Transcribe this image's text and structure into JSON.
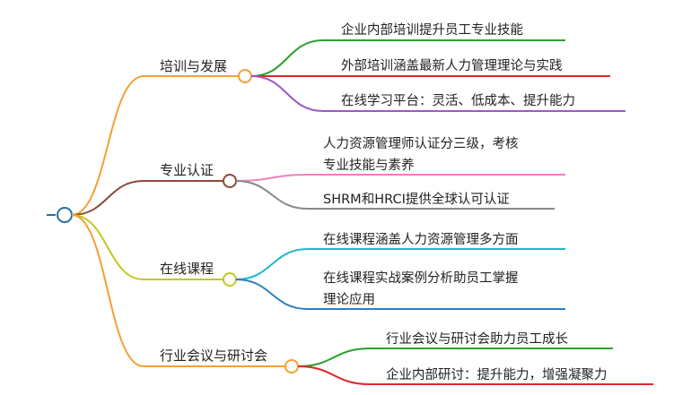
{
  "mindmap": {
    "branches": [
      {
        "label": "培训与发展",
        "color": "#f5a033",
        "leaves": [
          {
            "lines": [
              "企业内部培训提升员工专业技能"
            ],
            "color": "#2aa12a"
          },
          {
            "lines": [
              "外部培训涵盖最新人力管理理论与实践"
            ],
            "color": "#e0262a"
          },
          {
            "lines": [
              "在线学习平台：灵活、低成本、提升能力"
            ],
            "color": "#9b59c6"
          }
        ]
      },
      {
        "label": "专业认证",
        "color": "#8b4a3a",
        "leaves": [
          {
            "lines": [
              "人力资源管理师认证分三级，考核",
              "专业技能与素养"
            ],
            "color": "#f07fbd"
          },
          {
            "lines": [
              "SHRM和HRCI提供全球认可认证"
            ],
            "color": "#888888"
          }
        ]
      },
      {
        "label": "在线课程",
        "color": "#c3c81f",
        "leaves": [
          {
            "lines": [
              "在线课程涵盖人力资源管理多方面"
            ],
            "color": "#1fb8c9"
          },
          {
            "lines": [
              "在线课程实战案例分析助员工掌握",
              "理论应用"
            ],
            "color": "#2a7fc0"
          }
        ]
      },
      {
        "label": "行业会议与研讨会",
        "color": "#f5a033",
        "leaves": [
          {
            "lines": [
              "行业会议与研讨会助力员工成长"
            ],
            "color": "#2aa12a"
          },
          {
            "lines": [
              "企业内部研讨：提升能力，增强凝聚力"
            ],
            "color": "#e0262a"
          }
        ]
      }
    ]
  }
}
